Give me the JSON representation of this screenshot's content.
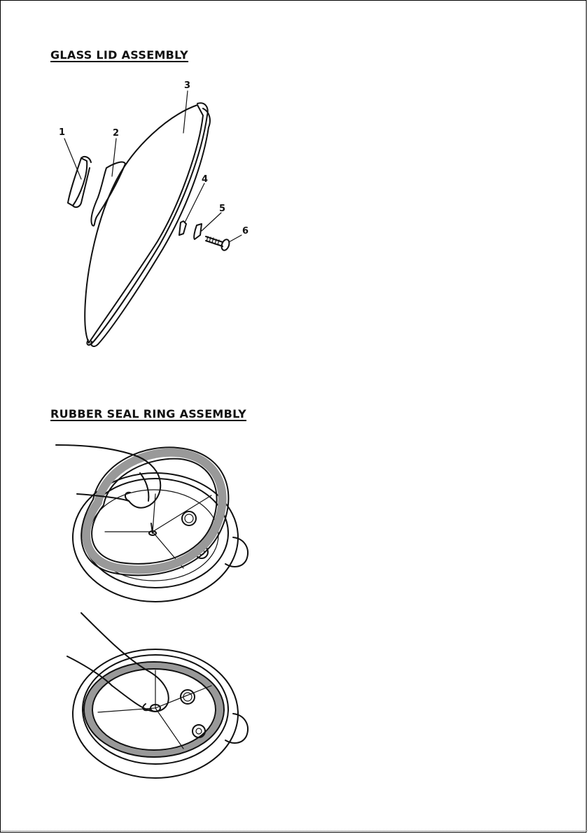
{
  "sections": {
    "glass_lid": {
      "title": "GLASS LID ASSEMBLY"
    },
    "rubber_seal": {
      "title": "RUBBER SEAL RING ASSEMBLY"
    }
  },
  "parts": {
    "p1": "1",
    "p2": "2",
    "p3": "3",
    "p4": "4",
    "p5": "5",
    "p6": "6"
  }
}
